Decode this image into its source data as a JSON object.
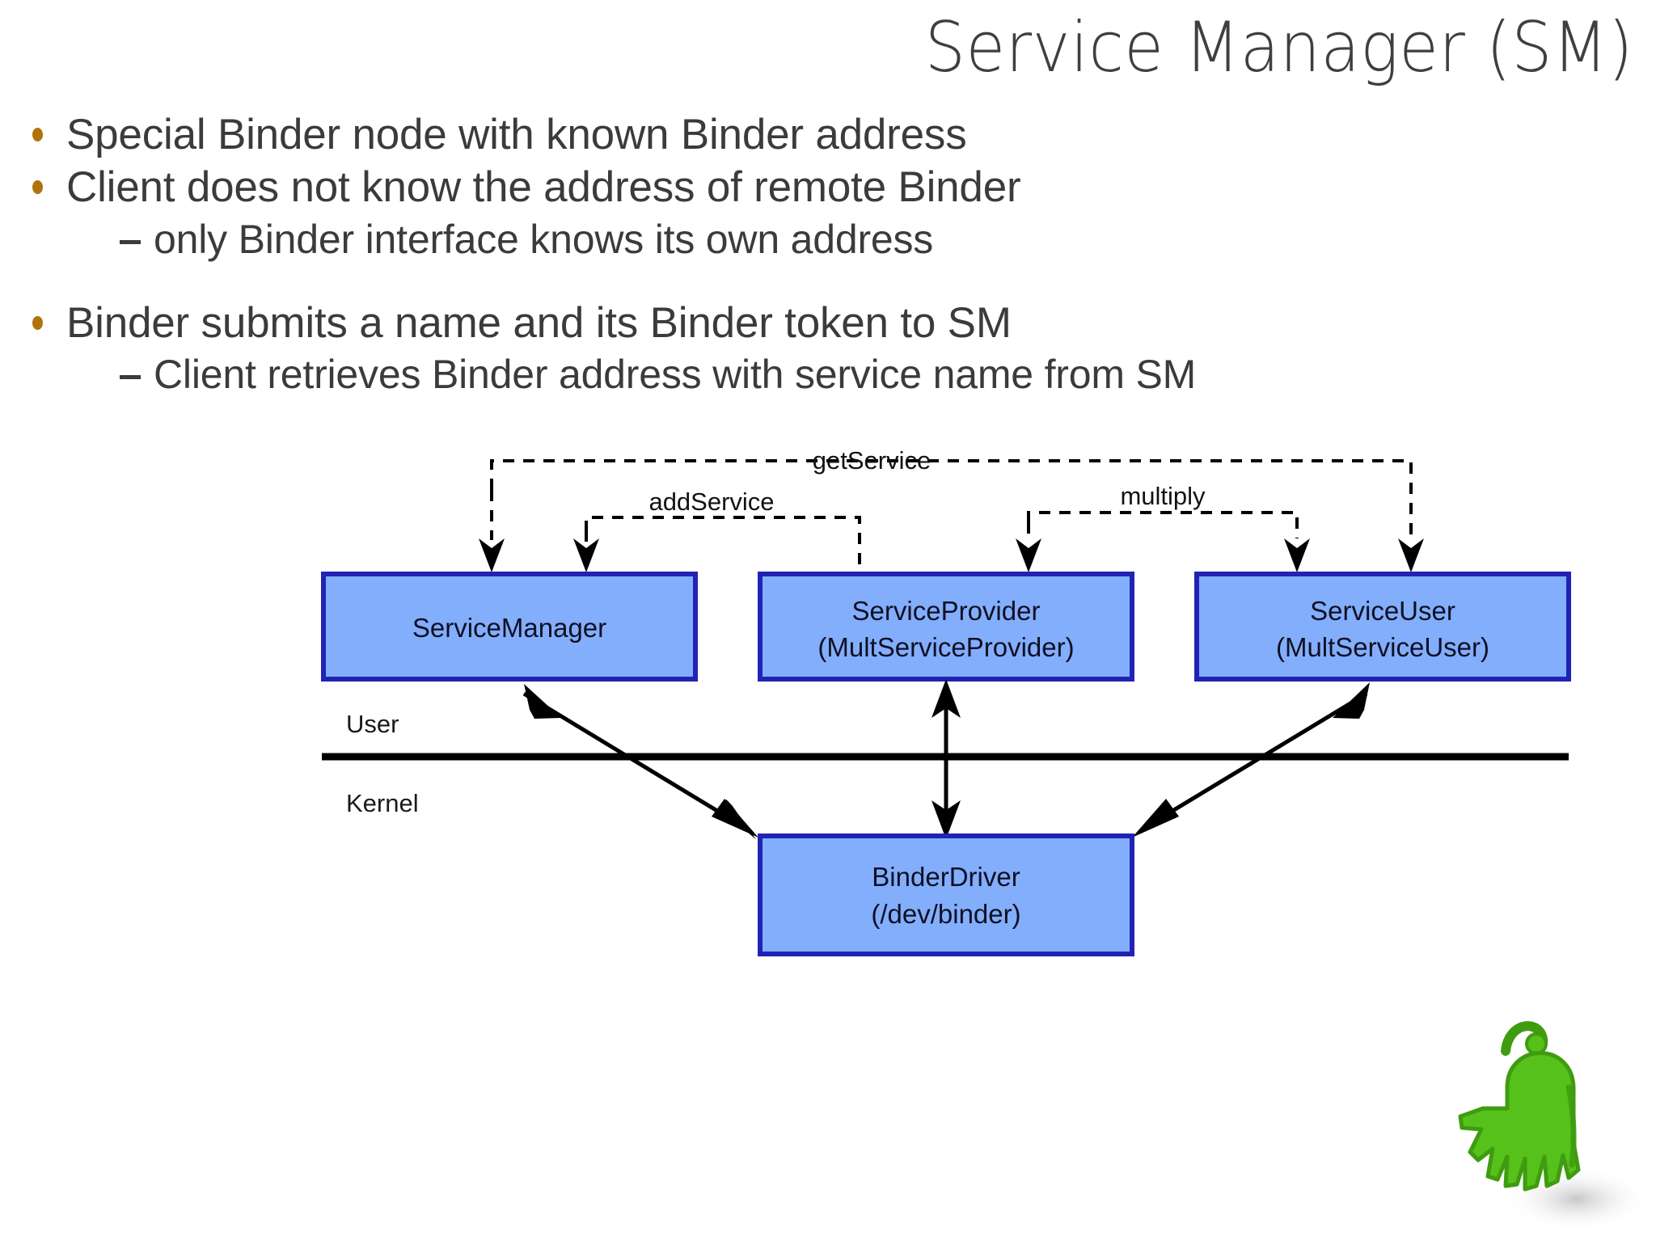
{
  "slide": {
    "title": "Service Manager (SM)",
    "bullets": [
      {
        "level": 1,
        "marker": "dot",
        "text": "Special Binder node with known Binder address"
      },
      {
        "level": 1,
        "marker": "dot",
        "text": "Client does not know the address of remote Binder"
      },
      {
        "level": 2,
        "marker": "dash",
        "text": "only Binder interface knows its own address"
      },
      {
        "level": 1,
        "marker": "dot",
        "text": "Binder submits a name and its Binder token to SM"
      },
      {
        "level": 2,
        "marker": "dash",
        "text": "Client retrieves Binder address with service name from SM"
      }
    ]
  },
  "diagram": {
    "arrow_labels": {
      "get_service": "getService",
      "add_service": "addService",
      "multiply": "multiply"
    },
    "layers": {
      "user": "User",
      "kernel": "Kernel"
    },
    "boxes": [
      {
        "id": "service-manager",
        "line1": "ServiceManager",
        "line2": ""
      },
      {
        "id": "service-provider",
        "line1": "ServiceProvider",
        "line2": "(MultServiceProvider)"
      },
      {
        "id": "service-user",
        "line1": "ServiceUser",
        "line2": "(MultServiceUser)"
      },
      {
        "id": "binder-driver",
        "line1": "BinderDriver",
        "line2": "(/dev/binder)"
      }
    ],
    "colors": {
      "box_fill": "#82aefc",
      "box_border": "#2222b4",
      "line": "#000000",
      "bullet": "#b0730b",
      "text": "#3b3b3b",
      "mascot_green": "#55c11a"
    }
  }
}
